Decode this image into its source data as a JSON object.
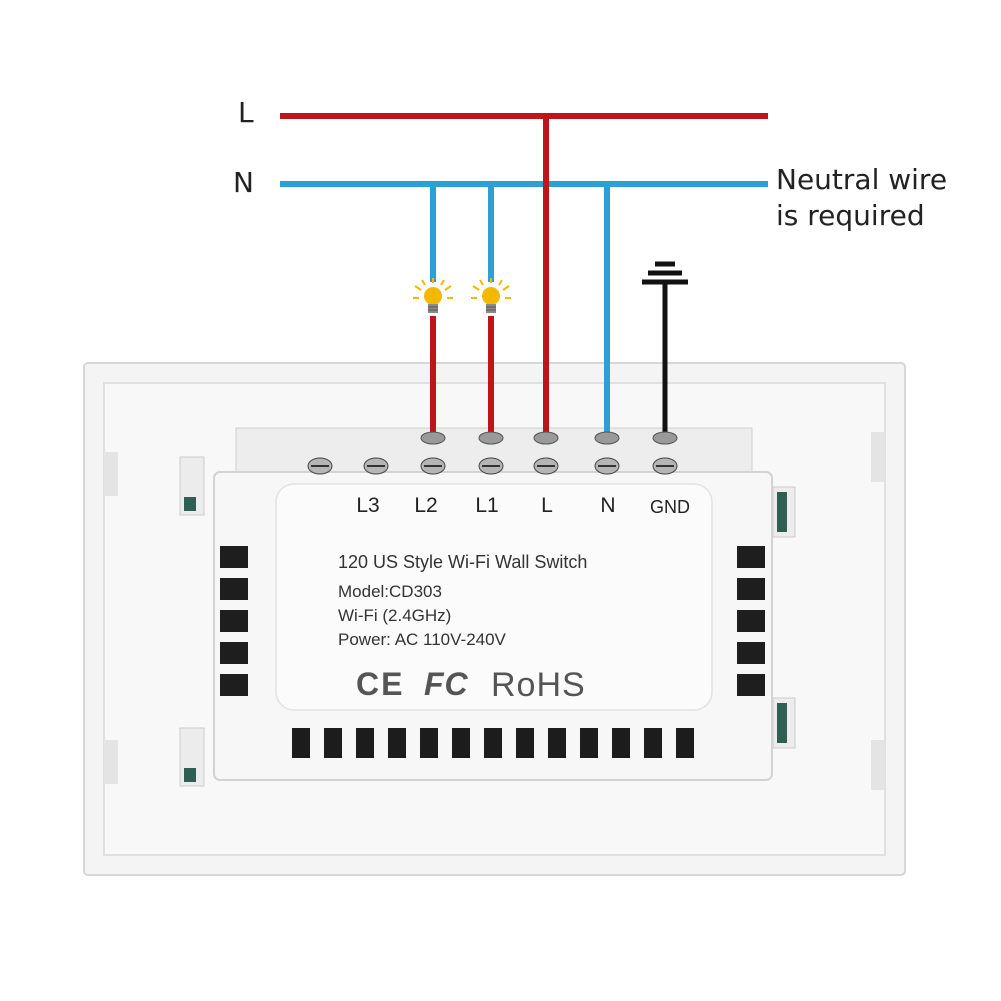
{
  "lines": {
    "live_label": "L",
    "neutral_label": "N",
    "note_line1": "Neutral wire",
    "note_line2": "is required"
  },
  "terminals": [
    "L3",
    "L2",
    "L1",
    "L",
    "N",
    "GND"
  ],
  "device": {
    "title": "120 US Style Wi-Fi Wall Switch",
    "model": "Model:CD303",
    "wifi": "Wi-Fi (2.4GHz)",
    "power": "Power: AC 110V-240V",
    "cert_ce": "CE",
    "cert_fcc": "FC",
    "cert_rohs": "RoHS"
  },
  "colors": {
    "live": "#c0141c",
    "neutral": "#2b9fd6",
    "ground": "#111111",
    "bulb": "#f5b800"
  },
  "icons": [
    "light-bulb-icon",
    "ground-symbol-icon"
  ]
}
